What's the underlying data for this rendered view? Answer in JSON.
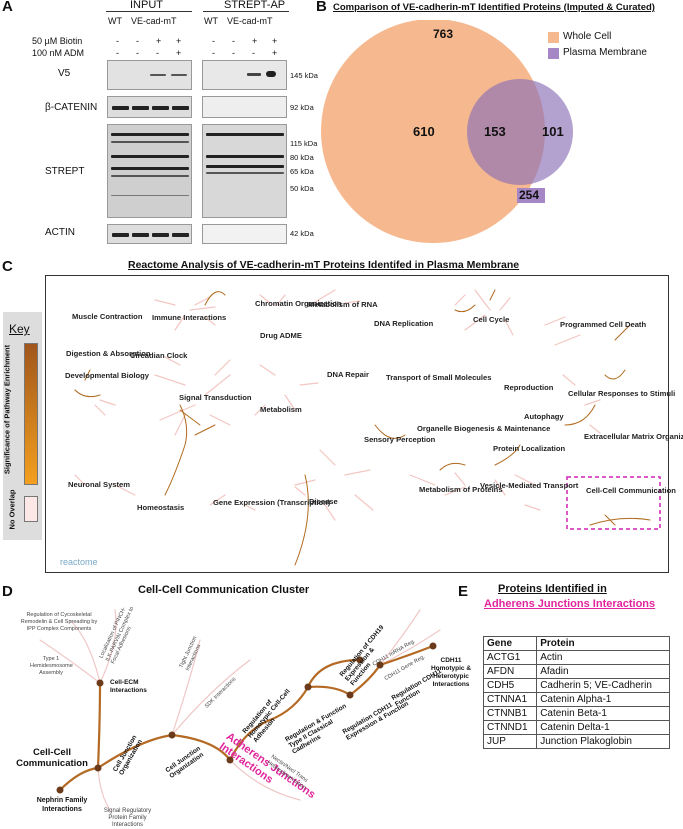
{
  "panel_a": {
    "letter": "A",
    "input_label": "INPUT",
    "strept_ap_label": "STREPT-AP",
    "wt_label": "WT",
    "vecad_label": "VE-cad-mT",
    "biotin_label": "50 µM Biotin",
    "adm_label": "100 nM ADM",
    "biotin_signs_input": [
      "-",
      "-",
      "+",
      "+"
    ],
    "adm_signs_input": [
      "-",
      "-",
      "-",
      "+"
    ],
    "biotin_signs_ap": [
      "-",
      "-",
      "+",
      "+"
    ],
    "adm_signs_ap": [
      "-",
      "-",
      "-",
      "+"
    ],
    "rows": [
      "V5",
      "β-CATENIN",
      "STREPT",
      "ACTIN"
    ],
    "kda": [
      "145 kDa",
      "92 kDa",
      "115 kDa",
      "80 kDa",
      "65 kDa",
      "50 kDa",
      "42 kDa"
    ]
  },
  "panel_b": {
    "letter": "B",
    "title": "Comparison of VE-cadherin-mT Identified Proteins (Imputed & Curated)",
    "whole_total": "763",
    "pm_total": "254",
    "whole_only": "610",
    "overlap": "153",
    "pm_only": "101",
    "legend": [
      "Whole Cell",
      "Plasma Membrane"
    ],
    "colors": {
      "whole": "#f6b98f",
      "pm": "#a487c4"
    }
  },
  "panel_c": {
    "letter": "C",
    "title": "Reactome Analysis of VE-cadherin-mT Proteins Identifed in Plasma Membrane",
    "key_title": "Key",
    "key_axis": "Significance of Pathway Enrichment",
    "no_overlap": "No Overlap",
    "reactome_logo": "reactome",
    "pathways": [
      "Muscle Contraction",
      "Immune Interactions",
      "Chromatin Organization",
      "Metabolism of RNA",
      "DNA Replication",
      "Cell Cycle",
      "Programmed Cell Death",
      "Digestion & Absorption",
      "Circadian Clock",
      "Drug ADME",
      "DNA Repair",
      "Transport of Small Molecules",
      "Reproduction",
      "Cellular Responses to Stimuli",
      "Developmental Biology",
      "Signal Transduction",
      "Metabolism",
      "Autophagy",
      "Sensory Perception",
      "Organelle Biogenesis & Maintenance",
      "Protein Localization",
      "Extracellular Matrix Organization",
      "Neuronal System",
      "Homeostasis",
      "Gene Expression (Transcription)",
      "Disease",
      "Metabolism of Proteins",
      "Vesicle-Mediated Transport",
      "Cell-Cell Communication"
    ]
  },
  "panel_d": {
    "letter": "D",
    "title": "Cell-Cell Communication Cluster",
    "root": "Cell-Cell Communication",
    "nephrin": "Nephrin Family Interactions",
    "signal_reg": "Signal Regulatory Protein Family Interactions",
    "cell_junction": "Cell Junction Organization",
    "cell_ecm": "Cell-ECM Interactions",
    "type1": "Type 1 Hemidesmosome Assembly",
    "cyto": "Regulation of Cycoskeletal Remodelin & Cell Spreading by IPP Complex Components",
    "pinch": "Localization of PINCH-ILK-PARVIN Complex to Focal Adhesions",
    "tight": "Tight Junction Interactions",
    "cell_junction2": "Cell Junction Organization",
    "sdk": "SDK Interactions",
    "adherens": "Adherens Junctions Interactions",
    "homotypic": "Regulation of Homotypic Cell-Cell Adhesion",
    "nectin": "Nectin/Necl Trans Heterodimerization",
    "cdh19": "Regulation of CDH19 Expression & Function",
    "type2": "Regulation & Function Type II Classical Cadherins",
    "cdh1_expr": "Regulation CDH11 Expression & Function",
    "cdh11_mrna": "CDH11 mRNA Reg.",
    "cdh11_gene": "CDH11 Gene Reg.",
    "cdh11_func": "Regulation CDH11 Function",
    "cdh11_homo": "CDH11 Homotypic & Heterotypic Interactions"
  },
  "panel_e": {
    "letter": "E",
    "title_line1": "Proteins Identified in",
    "title_line2": "Adherens Junctions Interactions",
    "headers": [
      "Gene",
      "Protein"
    ],
    "rows": [
      [
        "ACTG1",
        "Actin"
      ],
      [
        "AFDN",
        "Afadin"
      ],
      [
        "CDH5",
        "Cadherin 5; VE-Cadherin"
      ],
      [
        "CTNNA1",
        "Catenin Alpha-1"
      ],
      [
        "CTNNB1",
        "Catenin Beta-1"
      ],
      [
        "CTNND1",
        "Catenin Delta-1"
      ],
      [
        "JUP",
        "Junction Plakoglobin"
      ]
    ]
  }
}
